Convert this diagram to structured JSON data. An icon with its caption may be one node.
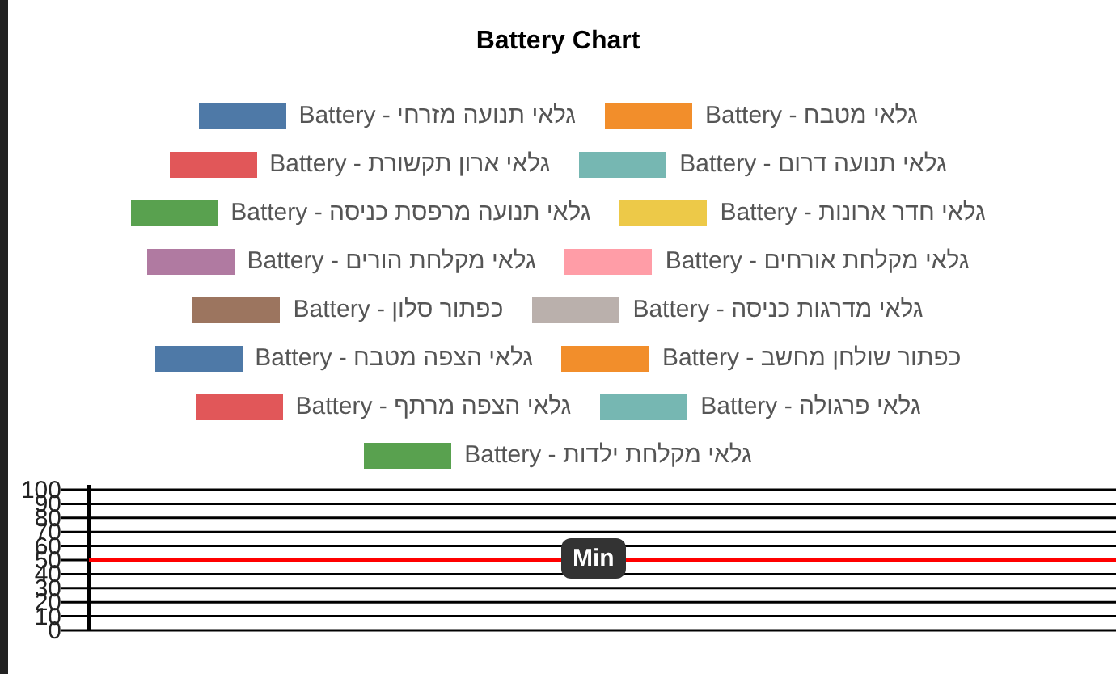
{
  "diagram": {
    "chart_data": {
      "type": "line",
      "title": "Battery Chart",
      "ylim": [
        0,
        100
      ],
      "yticks": [
        0,
        10,
        20,
        30,
        40,
        50,
        60,
        70,
        80,
        90,
        100
      ],
      "grid": true,
      "series": [
        {
          "name": "גלאי תנועה מזרחי - Battery",
          "color": "#4e79a7"
        },
        {
          "name": "גלאי מטבח - Battery",
          "color": "#f28e2b"
        },
        {
          "name": "גלאי ארון תקשורת - Battery",
          "color": "#e15759"
        },
        {
          "name": "גלאי תנועה דרום - Battery",
          "color": "#76b7b2"
        },
        {
          "name": "גלאי תנועה מרפסת כניסה - Battery",
          "color": "#59a14f"
        },
        {
          "name": "גלאי חדר ארונות - Battery",
          "color": "#edc948"
        },
        {
          "name": "גלאי מקלחת הורים - Battery",
          "color": "#b07aa1"
        },
        {
          "name": "גלאי מקלחת אורחים - Battery",
          "color": "#ff9da7"
        },
        {
          "name": "כפתור סלון - Battery",
          "color": "#9c755f"
        },
        {
          "name": "גלאי מדרגות כניסה - Battery",
          "color": "#bab0ac"
        },
        {
          "name": "גלאי הצפה מטבח - Battery",
          "color": "#4e79a7"
        },
        {
          "name": "כפתור שולחן מחשב - Battery",
          "color": "#f28e2b"
        },
        {
          "name": "גלאי הצפה מרתף - Battery",
          "color": "#e15759"
        },
        {
          "name": "גלאי פרגולה - Battery",
          "color": "#76b7b2"
        },
        {
          "name": "גלאי מקלחת ילדות - Battery",
          "color": "#59a14f"
        }
      ],
      "ref_lines": [
        {
          "axis": "y",
          "value": 50,
          "label": "Min",
          "color": "#ff0000"
        }
      ]
    }
  }
}
